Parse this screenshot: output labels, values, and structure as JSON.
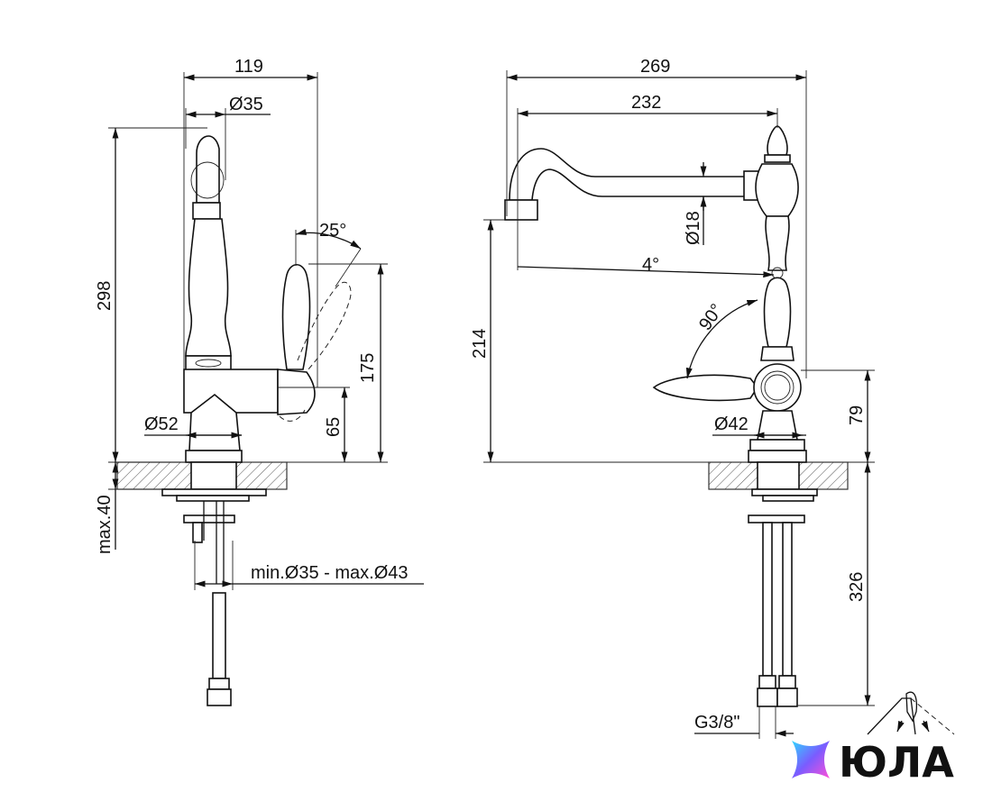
{
  "dimensions": {
    "side": {
      "width_119": "119",
      "dia_35": "Ø35",
      "height_298": "298",
      "angle_25": "25°",
      "height_175": "175",
      "dia_52": "Ø52",
      "height_65": "65",
      "max_40": "max.40",
      "hole_range": "min.Ø35 - max.Ø43"
    },
    "front": {
      "width_269": "269",
      "reach_232": "232",
      "dia_18": "Ø18",
      "angle_4": "4°",
      "angle_90": "90°",
      "height_214": "214",
      "dia_42": "Ø42",
      "height_79": "79",
      "hose_326": "326",
      "thread_g38": "G3/8\""
    }
  },
  "logo": {
    "text": "ЮЛА",
    "colors": [
      "#ff4fd8",
      "#7a5cff",
      "#2fd6ff"
    ]
  }
}
